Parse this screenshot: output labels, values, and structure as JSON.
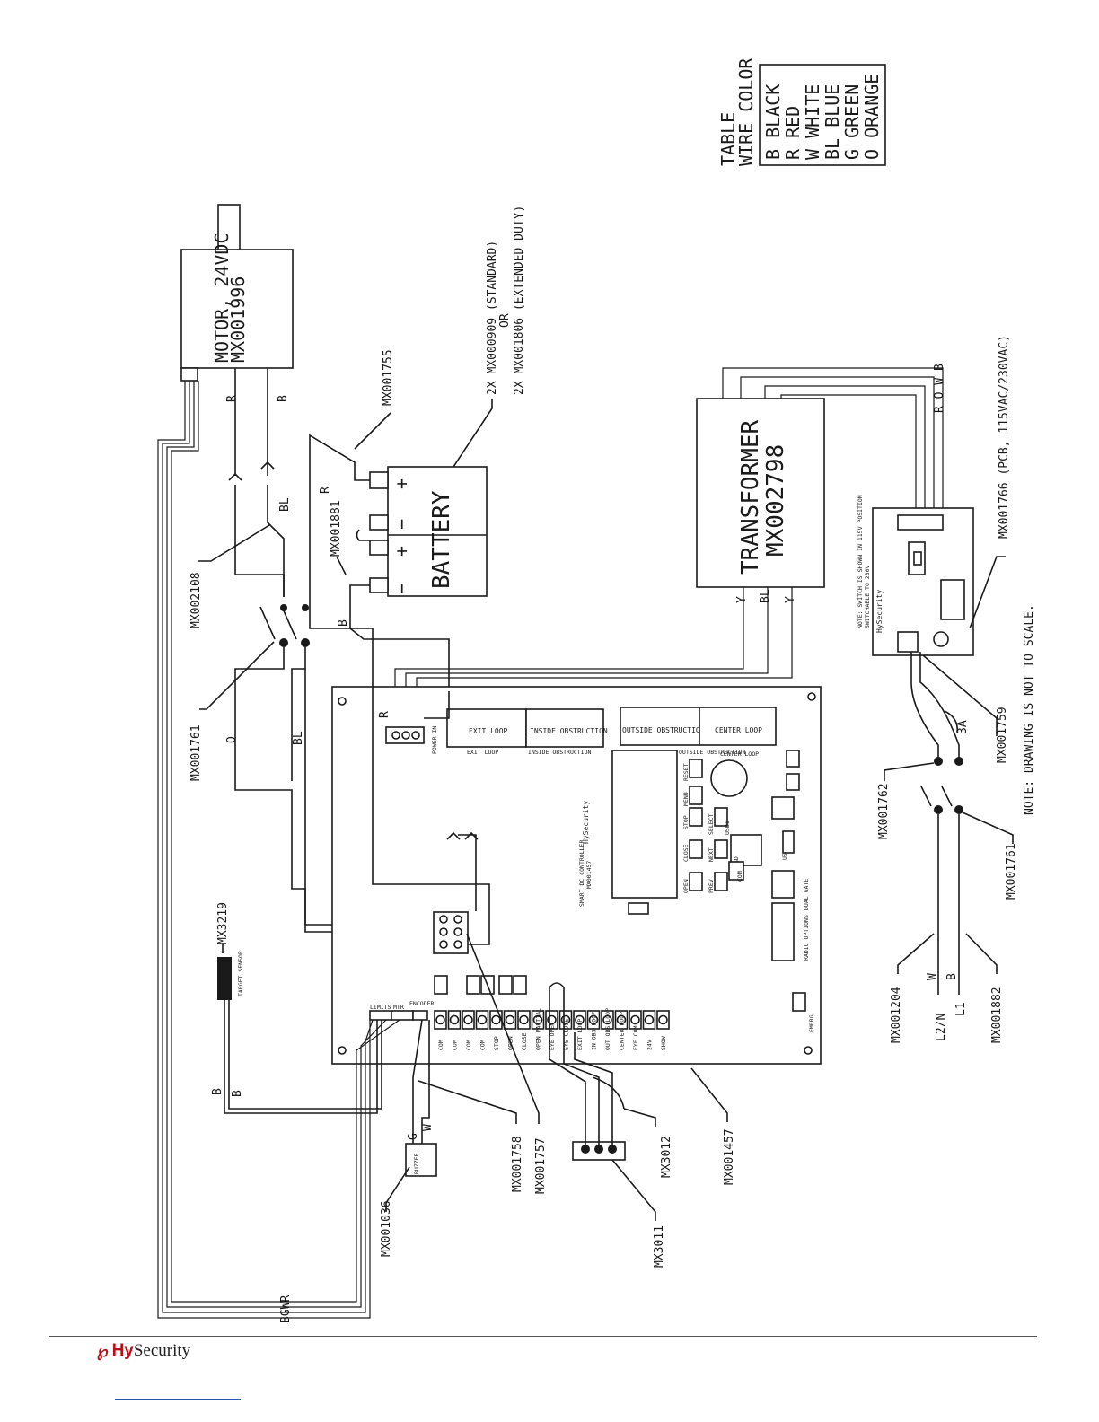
{
  "wire_table": {
    "title": "TABLE",
    "subtitle": "WIRE COLOR",
    "rows": [
      "B  BLACK",
      "R  RED",
      "W  WHITE",
      "BL BLUE",
      "G  GREEN",
      "O  ORANGE"
    ]
  },
  "motor": {
    "line1": "MOTOR, 24VDC",
    "line2": "MX001996"
  },
  "battery": {
    "label": "BATTERY",
    "note1": "2X  MX000909 (STANDARD)",
    "note2": "OR",
    "note3": "2X   MX001806 (EXTENDED DUTY)",
    "cable_a": "MX001755",
    "cable_b": "MX001881"
  },
  "transformer": {
    "line1": "TRANSFORMER",
    "line2": "MX002798"
  },
  "pcb_note": "MX001766  (PCB, 115VAC/230VAC)",
  "pcb_board": {
    "switch_note": "NOTE: SWITCH IS SHOWN IN 115V POSITION",
    "switch_note2": "SWITCHABLE TO 230V",
    "brand": "HySecurity"
  },
  "scale_note": "NOTE: DRAWING IS NOT TO SCALE.",
  "parts": {
    "mx002108": "MX002108",
    "mx001761_a": "MX001761",
    "mx001761_b": "MX001761",
    "mx001762": "MX001762",
    "mx001759": "MX001759",
    "mx001204": "MX001204",
    "mx001882": "MX001882",
    "mx3219": "MX3219",
    "target_sensor": "TARGET SENSOR",
    "mx001036": "MX001036",
    "buzzer": "BUZZER",
    "mx001758": "MX001758",
    "mx001757": "MX001757",
    "mx3011": "MX3011",
    "mx3012": "MX3012",
    "mx001457": "MX001457"
  },
  "fuse": "3A",
  "wire_labels": {
    "r1": "R",
    "b1": "B",
    "bl1": "BL",
    "r2": "R",
    "b2": "B",
    "o1": "O",
    "bl2": "BL",
    "r3": "R",
    "y1": "Y",
    "bl3": "BL",
    "y2": "Y",
    "w1": "W",
    "b3": "B",
    "l2n": "L2/N",
    "l1": "L1",
    "b4": "B",
    "b5": "B",
    "g1": "G",
    "w2": "W",
    "bundle": "BGWR",
    "rowb": "R O W B"
  },
  "controller": {
    "exit_loop": "EXIT LOOP",
    "inside_obstruction": "INSIDE OBSTRUCTION",
    "outside_obstruction": "OUTSIDE OBSTRUCTION",
    "center_loop": "CENTER LOOP",
    "exit_loop_small": "EXIT LOOP",
    "inside_small": "INSIDE OBSTRUCTION",
    "outside_small": "OUTSIDE OBSTRUCTION",
    "center_small": "CENTER LOOP",
    "power": "POWER IN",
    "brand": "HySecurity",
    "model": "SMART DC CONTROLLER",
    "model_no": "MX001457",
    "buttons": [
      "OPEN",
      "CLOSE",
      "STOP",
      "MENU",
      "RESET",
      "PREV",
      "NEXT",
      "SELECT"
    ],
    "usb1": "USB1",
    "usb2": "USB2",
    "sd": "SD",
    "com": "COM",
    "dual_gate": "DUAL GATE",
    "radio_options": "RADIO OPTIONS",
    "terminals": [
      "COM",
      "COM",
      "COM",
      "COM",
      "STOP",
      "OPEN",
      "CLOSE",
      "OPEN PARTIAL",
      "EYE OPEN",
      "EYE CLOSE",
      "EXIT LOOP",
      "IN OBS LOOP",
      "OUT OBS LOOP",
      "CENTER LOOP",
      "EYE COM",
      "24V",
      "SHOW"
    ],
    "small_labels": [
      "LIMITS",
      "MTR",
      "ENCODER",
      "EMERG"
    ]
  },
  "footer": {
    "brand_mark": "℘",
    "brand_hy": "Hy",
    "brand_rest": "Security",
    "tm": "·"
  }
}
